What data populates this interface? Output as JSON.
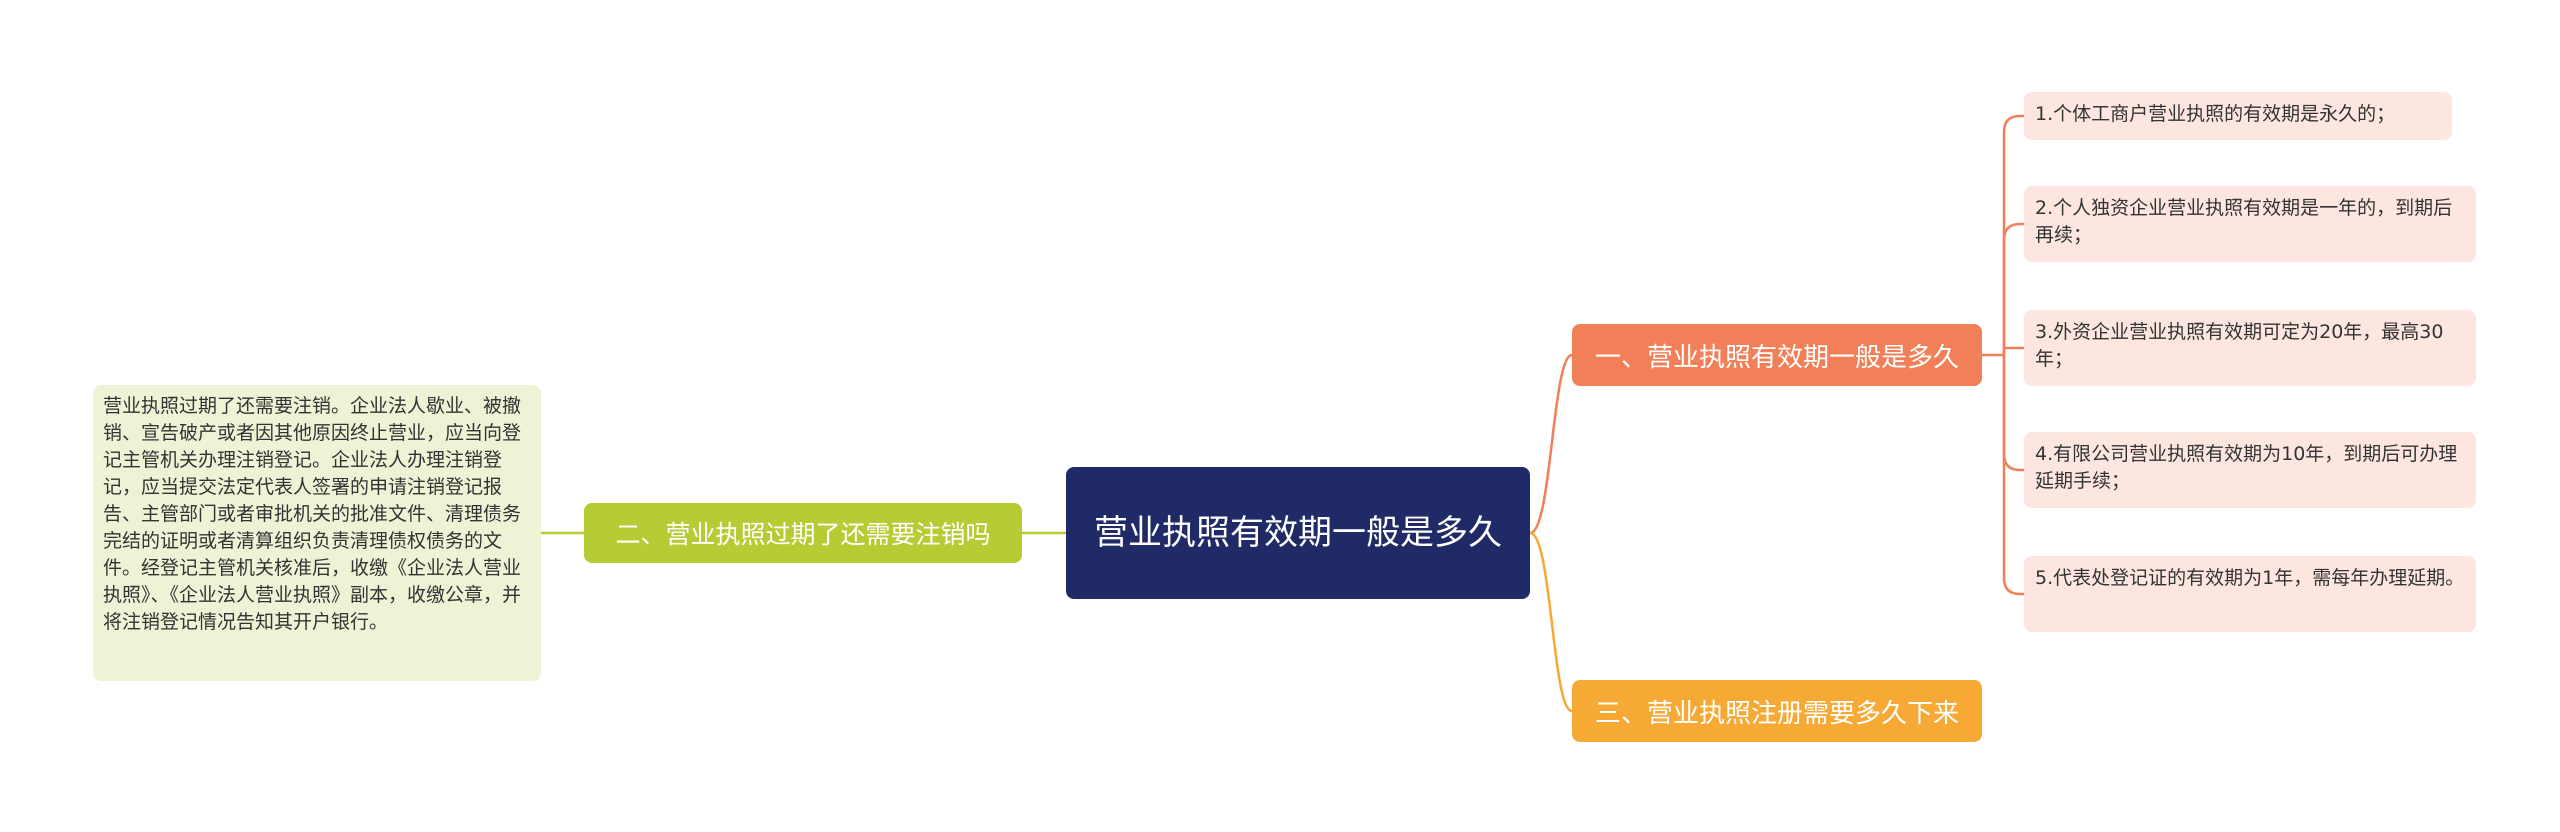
{
  "mindmap": {
    "central": "营业执照有效期一般是多久",
    "branches": [
      {
        "label": "一、营业执照有效期一般是多久",
        "color": "#f17f58",
        "children": [
          "1.个体工商户营业执照的有效期是永久的；",
          "2.个人独资企业营业执照有效期是一年的，到期后再续；",
          "3.外资企业营业执照有效期可定为20年，最高30年；",
          "4.有限公司营业执照有效期为10年，到期后可办理延期手续；",
          "5.代表处登记证的有效期为1年，需每年办理延期。"
        ]
      },
      {
        "label": "二、营业执照过期了还需要注销吗",
        "color": "#b7cb34",
        "note": " 营业执照过期了还需要注销。企业法人歇业、被撤销、宣告破产或者因其他原因终止营业，应当向登记主管机关办理注销登记。企业法人办理注销登记，应当提交法定代表人签署的申请注销登记报告、主管部门或者审批机关的批准文件、清理债务完结的证明或者清算组织负责清理债权债务的文件。经登记主管机关核准后，收缴《企业法人营业执照》、《企业法人营业执照》副本，收缴公章，并将注销登记情况告知其开户银行。"
      },
      {
        "label": "三、营业执照注册需要多久下来",
        "color": "#f7a936"
      }
    ]
  },
  "colors": {
    "central_bg": "#1f2a66",
    "leaf_bg": "#fde6df",
    "note_bg": "#eef3d6",
    "line_orange": "#f17f58",
    "line_amber": "#f7a936",
    "line_green": "#b7cb34"
  }
}
